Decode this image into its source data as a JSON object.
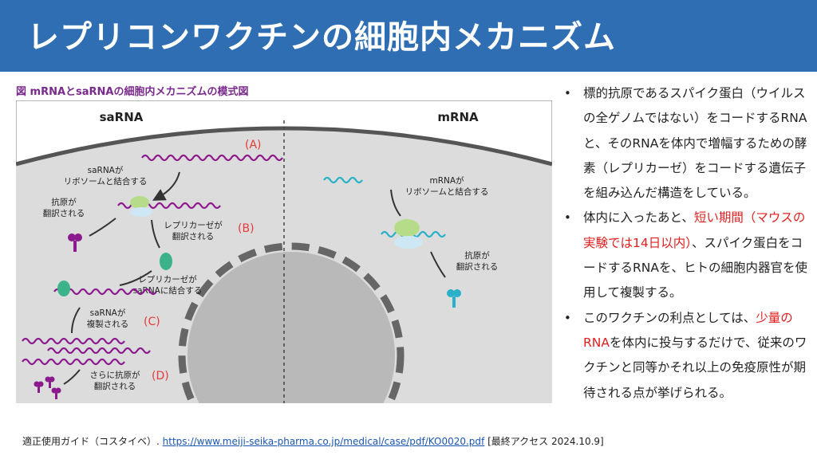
{
  "header": {
    "title": "レプリコンワクチンの細胞内メカニズム"
  },
  "figure": {
    "title": "図 mRNAとsaRNAの細胞内メカニズムの模式図",
    "left_heading": "saRNA",
    "right_heading": "mRNA",
    "labels": {
      "A": "(A)",
      "B": "(B)",
      "C": "(C)",
      "D": "(D)",
      "sa_ribosome": [
        "saRNAが",
        "リボソームと結合する"
      ],
      "sa_antigen": [
        "抗原が",
        "翻訳される"
      ],
      "replicase_translated": [
        "レプリカーゼが",
        "翻訳される"
      ],
      "replicase_binds": [
        "レプリカーゼが",
        "saRNAに結合する"
      ],
      "sa_replicated": [
        "saRNAが",
        "複製される"
      ],
      "more_antigen": [
        "さらに抗原が",
        "翻訳される"
      ],
      "m_ribosome": [
        "mRNAが",
        "リボソームと結合する"
      ],
      "m_antigen": [
        "抗原が",
        "翻訳される"
      ]
    },
    "colors": {
      "sarna": "#8b1a8f",
      "mrna": "#2ab0c9",
      "ribosome_small": "#cde8f4",
      "ribosome_large": "#b6dc8a",
      "replicase": "#3bb28a",
      "label_red": "#e53a3a",
      "cell": "#dcdcdc"
    }
  },
  "bullets": [
    {
      "segments": [
        {
          "text": "標的抗原であるスパイク蛋白（ウイルスの全ゲノムではない）をコードするRNAと、そのRNAを体内で増幅するための酵素（レプリカーゼ）をコードする遺伝子を組み込んだ構造をしている。",
          "hl": false
        }
      ]
    },
    {
      "segments": [
        {
          "text": "体内に入ったあと、",
          "hl": false
        },
        {
          "text": "短い期間（マウスの実験では14日以内）",
          "hl": true
        },
        {
          "text": "、スパイク蛋白をコードするRNAを、ヒトの細胞内器官を使用して複製する。",
          "hl": false
        }
      ]
    },
    {
      "segments": [
        {
          "text": "このワクチンの利点としては、",
          "hl": false
        },
        {
          "text": "少量のRNA",
          "hl": true
        },
        {
          "text": "を体内に投与するだけで、従来のワクチンと同等かそれ以上の免疫原性が期待される点が挙げられる。",
          "hl": false
        }
      ]
    }
  ],
  "footer": {
    "prefix": "適正使用ガイド（コスタイベ）. ",
    "url": "https://www.meiji-seika-pharma.co.jp/medical/case/pdf/KO0020.pdf",
    "suffix": " [最終アクセス 2024.10.9]"
  }
}
